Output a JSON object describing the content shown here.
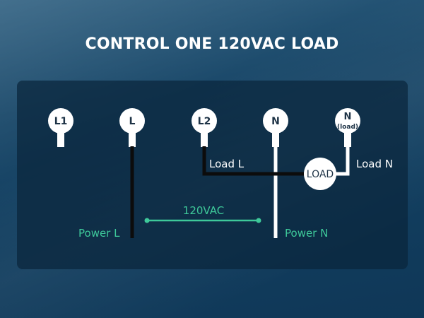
{
  "title": "CONTROL ONE 120VAC LOAD",
  "terminals": {
    "l1": "L1",
    "l": "L",
    "l2": "L2",
    "n": "N",
    "n_load_main": "N",
    "n_load_sub": "(load)"
  },
  "load_label": "LOAD",
  "labels": {
    "load_l": "Load L",
    "load_n": "Load N",
    "power_l": "Power L",
    "power_n": "Power N",
    "voltage": "120VAC"
  },
  "colors": {
    "accent": "#3ec99a",
    "hot_wire": "#0c0c0c",
    "neutral_wire": "#ffffff",
    "terminal_fill": "#ffffff",
    "terminal_text": "#1e3346"
  }
}
